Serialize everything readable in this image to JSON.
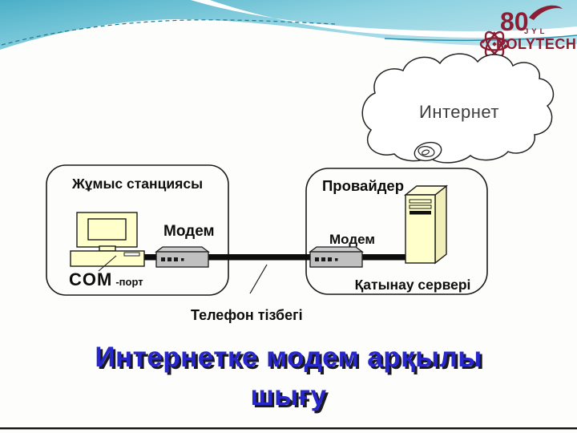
{
  "logo": {
    "number": "80",
    "unit": "JYL",
    "brand": "POLYTECH"
  },
  "cloud": {
    "label": "Интернет"
  },
  "workstation": {
    "title": "Жұмыс станциясы",
    "modem_label": "Модем",
    "port_name": "COM",
    "port_suffix": "-порт"
  },
  "provider": {
    "title": "Провайдер",
    "modem_label": "Модем",
    "server_label": "Қатынау сервері"
  },
  "connection": {
    "phone_line_label": "Телефон тізбегі"
  },
  "title": {
    "line1": "Интернетке модем арқылы",
    "line2": "шығу"
  },
  "colors": {
    "header_teal": "#56b7cb",
    "header_teal_light": "#aedfe9",
    "logo_maroon": "#8c1d33",
    "title_blue": "#2727cb",
    "title_shadow": "#19191f",
    "device_fill": "#ffffcc",
    "modem_gray": "#c0c0c0",
    "line_black": "#0d0d0d"
  }
}
